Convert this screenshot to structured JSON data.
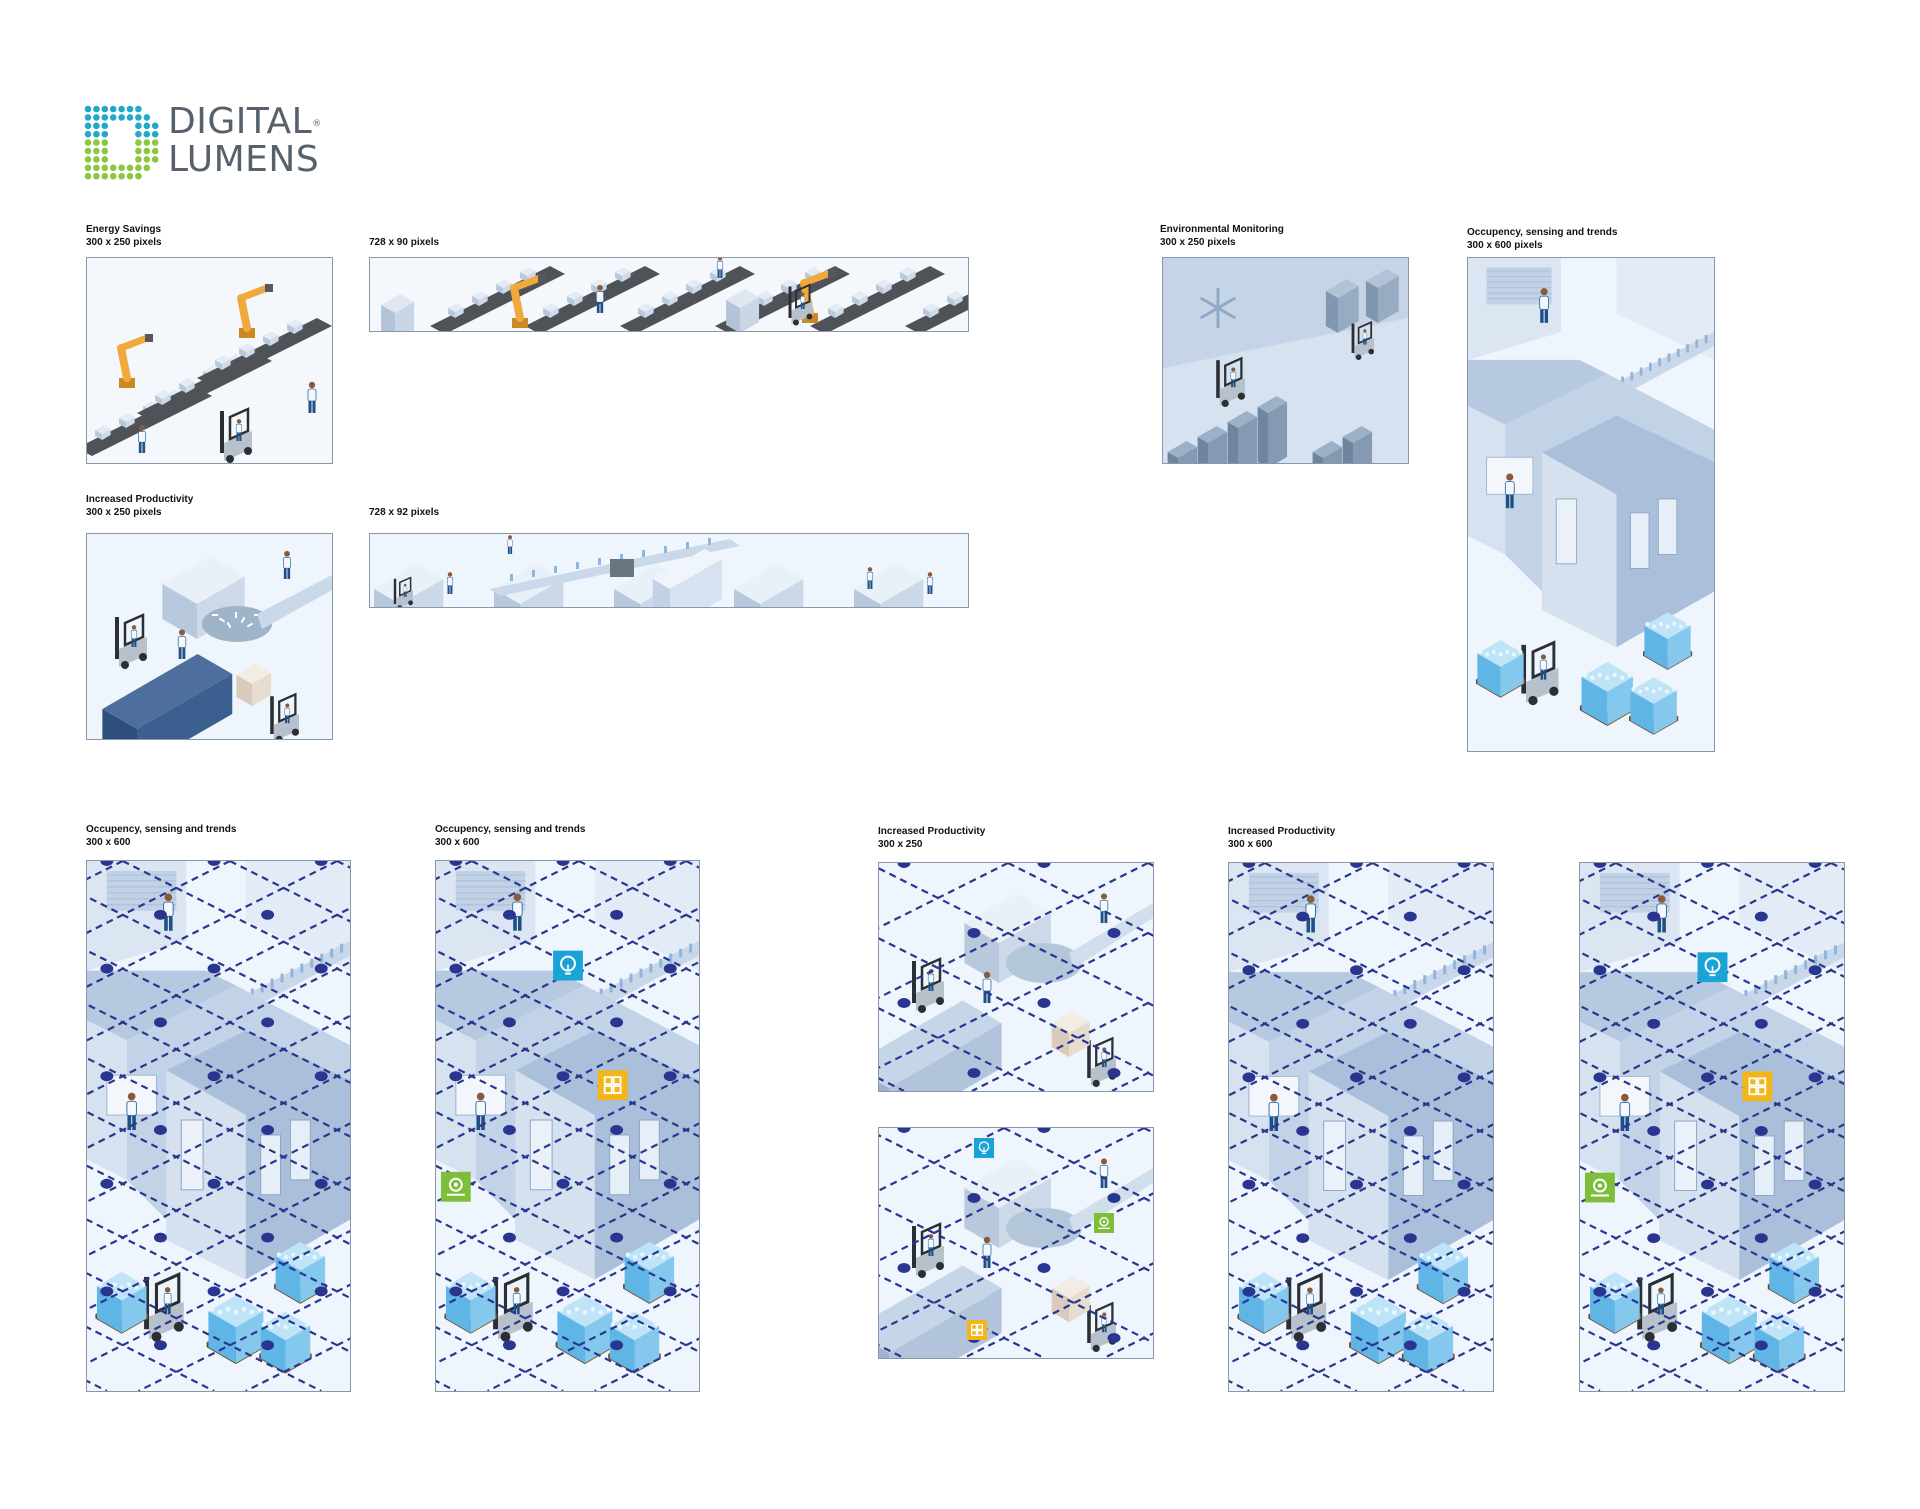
{
  "logo": {
    "line1": "DIGITAL",
    "line2": "LUMENS",
    "mark": "®"
  },
  "banners": [
    {
      "id": "b1",
      "title": "Energy Savings",
      "size": "300 x 250 pixels",
      "scene": "robot-assembly-line"
    },
    {
      "id": "b2",
      "title": "",
      "size": "728 x 90 pixels",
      "scene": "robot-assembly-line-wide"
    },
    {
      "id": "b3",
      "title": "Increased Productivity",
      "size": "300 x 250 pixels",
      "scene": "bottling-machine"
    },
    {
      "id": "b4",
      "title": "",
      "size": "728 x 92 pixels",
      "scene": "bottling-machine-wide"
    },
    {
      "id": "b5",
      "title": "Environmental Monitoring",
      "size": "300 x 250 pixels",
      "scene": "cold-storage"
    },
    {
      "id": "b6",
      "title": "Occupency, sensing and trends",
      "size": "300 x 600 pixels",
      "scene": "warehouse-office"
    },
    {
      "id": "b7",
      "title": "Occupency, sensing and trends",
      "size": "300 x 600",
      "scene": "warehouse-office-network"
    },
    {
      "id": "b8",
      "title": "Occupency, sensing and trends",
      "size": "300 x 600",
      "scene": "warehouse-office-network-icons"
    },
    {
      "id": "b9",
      "title": "Increased Productivity",
      "size": "300 x 250",
      "scene": "bottling-machine-network"
    },
    {
      "id": "b10",
      "title": "",
      "size": "",
      "scene": "bottling-machine-network-icons"
    },
    {
      "id": "b11",
      "title": "Increased Productivity",
      "size": "300 x 600",
      "scene": "warehouse-office-network"
    },
    {
      "id": "b12",
      "title": "",
      "size": "",
      "scene": "warehouse-office-network-icons"
    }
  ],
  "icons": {
    "bulb": {
      "name": "lightbulb-icon",
      "color": "#1aa3d6"
    },
    "grid": {
      "name": "dashboard-grid-icon",
      "color": "#f2b51a"
    },
    "sensor": {
      "name": "sensor-icon",
      "color": "#7dbf3b"
    }
  },
  "colors": {
    "brandGreen": "#8dc63f",
    "brandTeal": "#22a9c9",
    "logoText": "#56616b",
    "network": "#2a3590",
    "sceneLight": "#eef5fc",
    "sceneMid": "#c5d6ea",
    "sceneDark": "#9fb6d3",
    "robot": "#f0a93b",
    "conveyor": "#4f5358"
  }
}
